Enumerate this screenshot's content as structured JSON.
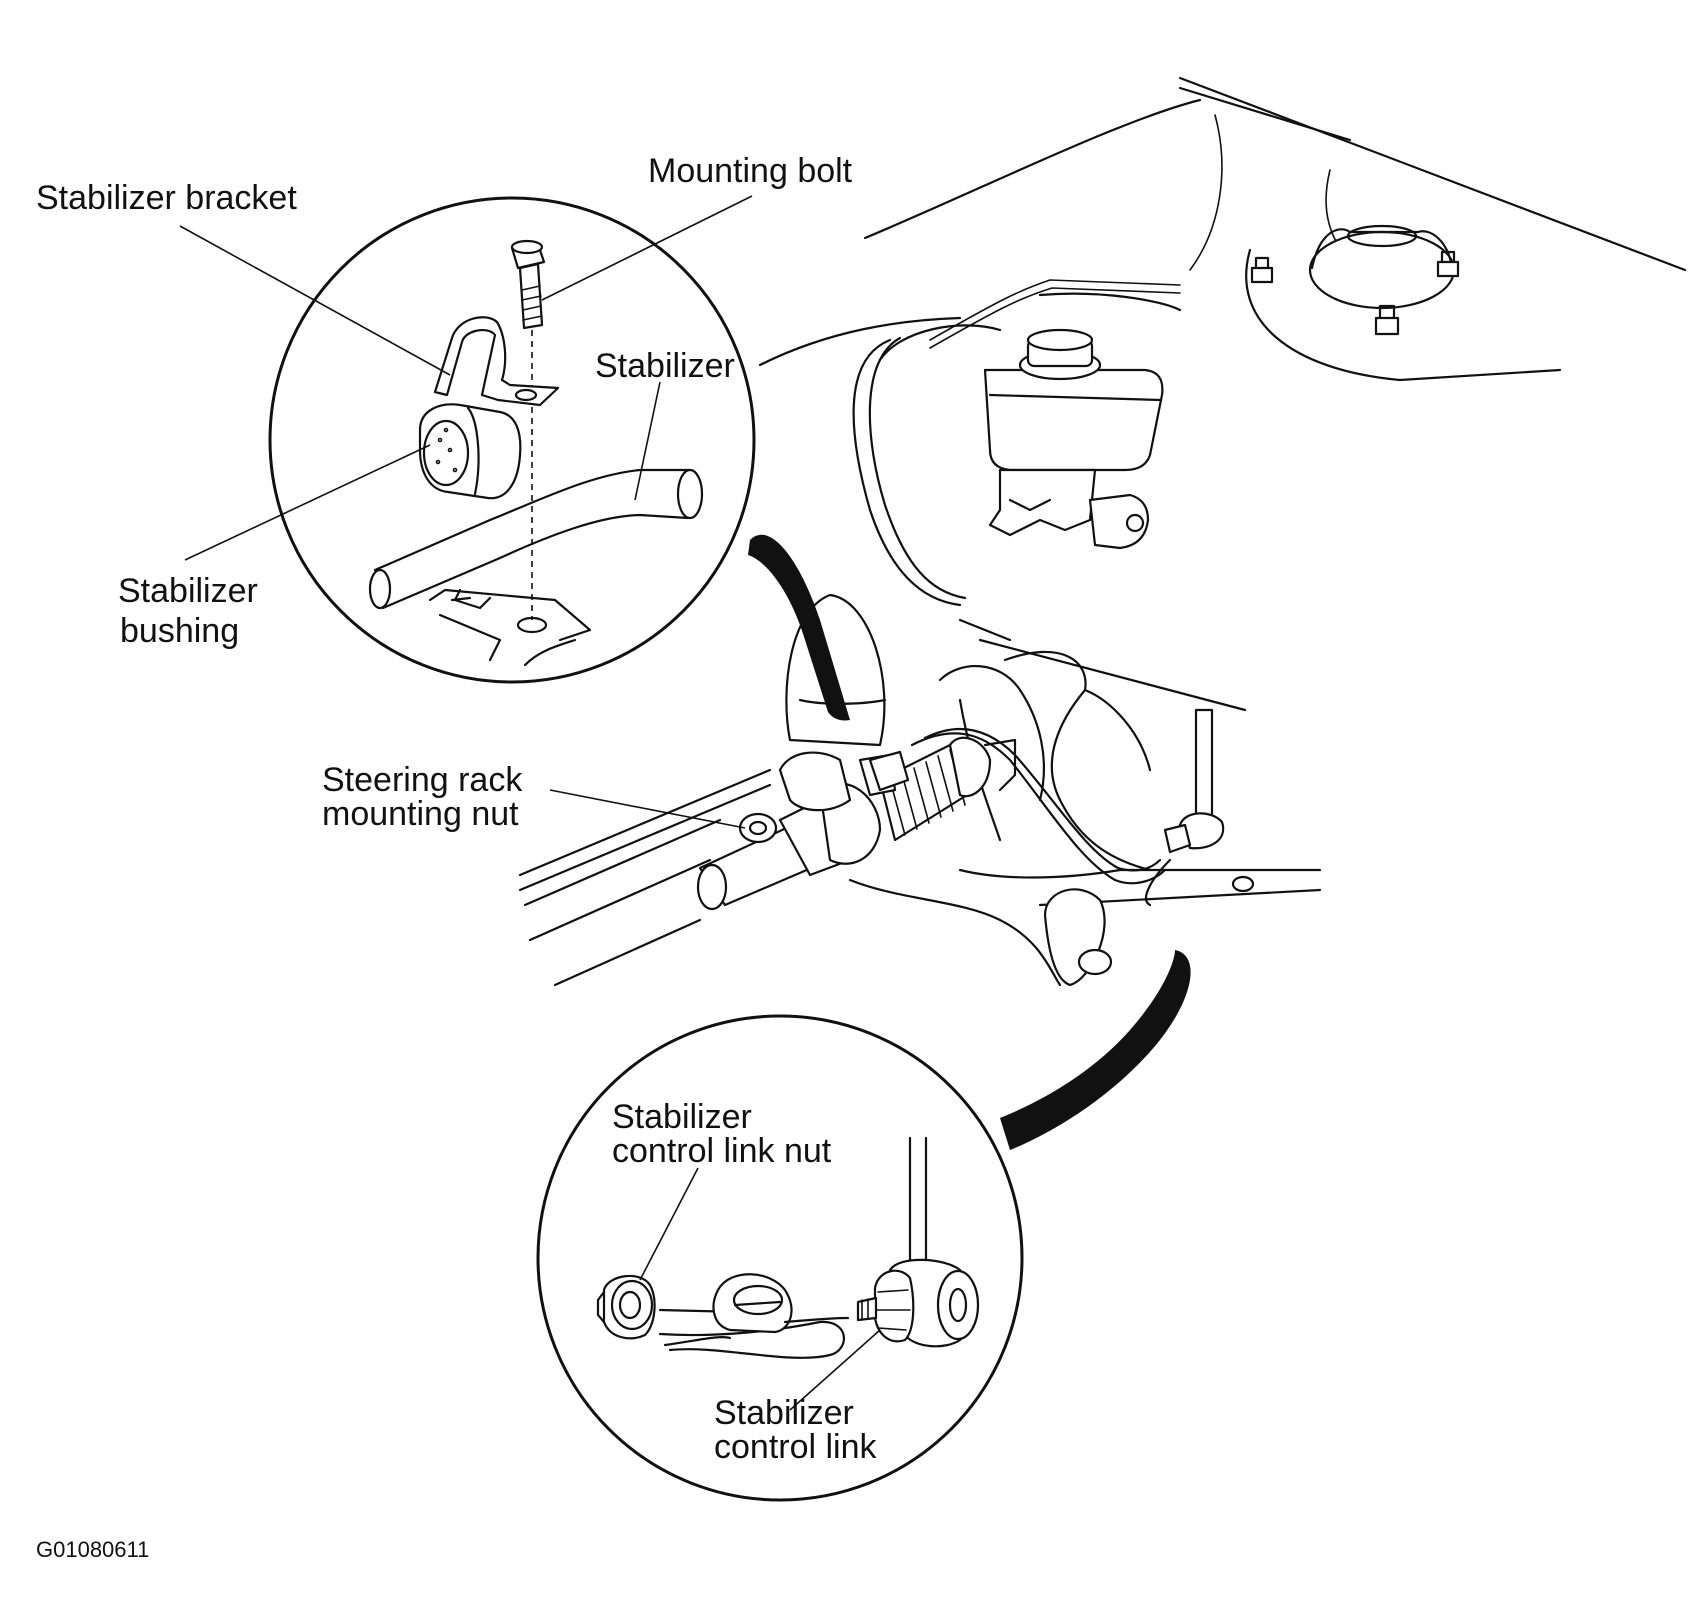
{
  "labels": {
    "stabilizer_bracket": "Stabilizer bracket",
    "mounting_bolt": "Mounting bolt",
    "stabilizer": "Stabilizer",
    "stabilizer_bushing_line1": "Stabilizer",
    "stabilizer_bushing_line2": "bushing",
    "steering_rack_line1": "Steering rack",
    "steering_rack_line2": "mounting nut",
    "link_nut_line1": "Stabilizer",
    "link_nut_line2": "control link nut",
    "control_link_line1": "Stabilizer",
    "control_link_line2": "control link"
  },
  "figure_code": "G01080611"
}
